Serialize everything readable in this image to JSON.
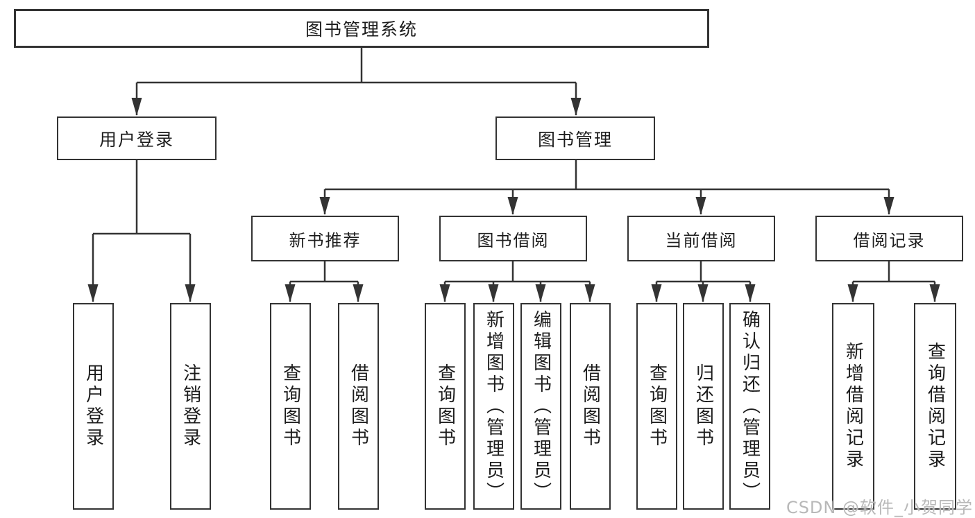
{
  "diagram": {
    "root": {
      "label": "图书管理系统"
    },
    "level2": [
      {
        "id": "user-login",
        "label": "用户登录"
      },
      {
        "id": "book-management",
        "label": "图书管理"
      }
    ],
    "level3": [
      {
        "id": "new-book-recommend",
        "parent": "图书管理",
        "label": "新书推荐"
      },
      {
        "id": "book-borrowing",
        "parent": "图书管理",
        "label": "图书借阅"
      },
      {
        "id": "current-borrowing",
        "parent": "图书管理",
        "label": "当前借阅"
      },
      {
        "id": "borrowing-records",
        "parent": "图书管理",
        "label": "借阅记录"
      }
    ],
    "leaves": [
      {
        "parent": "用户登录",
        "label": "用户登录"
      },
      {
        "parent": "用户登录",
        "label": "注销登录"
      },
      {
        "parent": "新书推荐",
        "label": "查询图书"
      },
      {
        "parent": "新书推荐",
        "label": "借阅图书"
      },
      {
        "parent": "图书借阅",
        "label": "查询图书"
      },
      {
        "parent": "图书借阅",
        "label": "新增图书（管理员）"
      },
      {
        "parent": "图书借阅",
        "label": "编辑图书（管理员）"
      },
      {
        "parent": "图书借阅",
        "label": "借阅图书"
      },
      {
        "parent": "当前借阅",
        "label": "查询图书"
      },
      {
        "parent": "当前借阅",
        "label": "归还图书"
      },
      {
        "parent": "当前借阅",
        "label": "确认归还（管理员）"
      },
      {
        "parent": "借阅记录",
        "label": "新增借阅记录"
      },
      {
        "parent": "借阅记录",
        "label": "查询借阅记录"
      }
    ],
    "watermark": "CSDN @软件_小贺同学",
    "colors": {
      "line": "#333333",
      "border": "#333333",
      "text": "#1c1c1c",
      "background": "#ffffff",
      "watermark": "#b8b8b8"
    }
  }
}
